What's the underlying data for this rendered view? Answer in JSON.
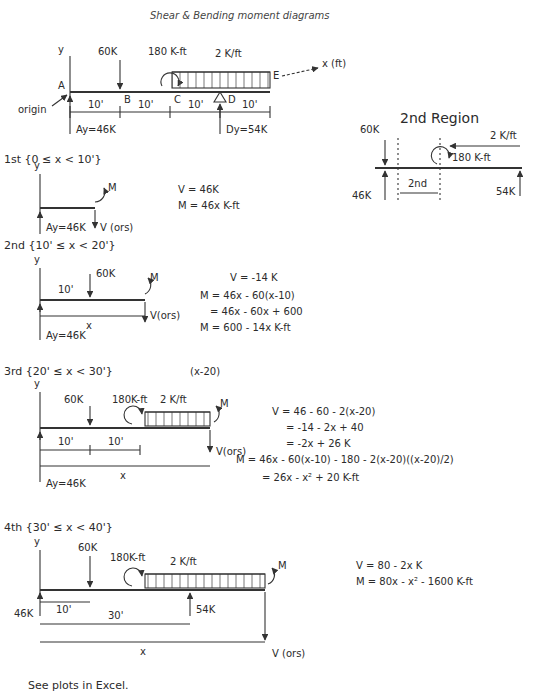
{
  "diagram": {
    "title": "Shear & Bending moment diagrams",
    "labels": [
      "y",
      "60K",
      "180 K-ft",
      "2 K/ft",
      "E",
      "x (ft)",
      "A",
      "B",
      "C",
      "D",
      "origin",
      "10'",
      "10'",
      "10'",
      "10'",
      "Ay=46K",
      "Dy=54K",
      "2nd Region",
      "60K",
      "2 K/ft",
      "180 K-ft",
      "46K",
      "54K",
      "2nd",
      "1st {0 ≤ x < 10'}",
      "y",
      "M",
      "V = 46K",
      "M = 46x  K-ft",
      "Ay=46K",
      "V (ors)",
      "2nd {10' ≤ x < 20'}",
      "y",
      "60K",
      "10'",
      "M",
      "x",
      "Ay=46K",
      "V(ors)",
      "V = -14 K",
      "M = 46x - 60(x-10)",
      "= 46x - 60x + 600",
      "M = 600 - 14x   K-ft",
      "3rd {20' ≤ x < 30'}",
      "(x-20)",
      "y",
      "60K",
      "180K-ft",
      "2 K/ft",
      "10'",
      "10'",
      "M",
      "x",
      "Ay=46K",
      "V(ors)",
      "V = 46 - 60 - 2(x-20)",
      "= -14 - 2x + 40",
      "= -2x + 26  K",
      "M = 46x - 60(x-10) - 180 - 2(x-20)((x-20)/2)",
      "= 26x - x² + 20  K-ft",
      "4th {30' ≤ x < 40'}",
      "y",
      "60K",
      "180K-ft",
      "2 K/ft",
      "10'",
      "30'",
      "M",
      "46K",
      "54K",
      "x",
      "V (ors)",
      "V = 80 - 2x  K",
      "M = 80x - x² - 1600  K-ft",
      "See plots in Excel."
    ]
  }
}
